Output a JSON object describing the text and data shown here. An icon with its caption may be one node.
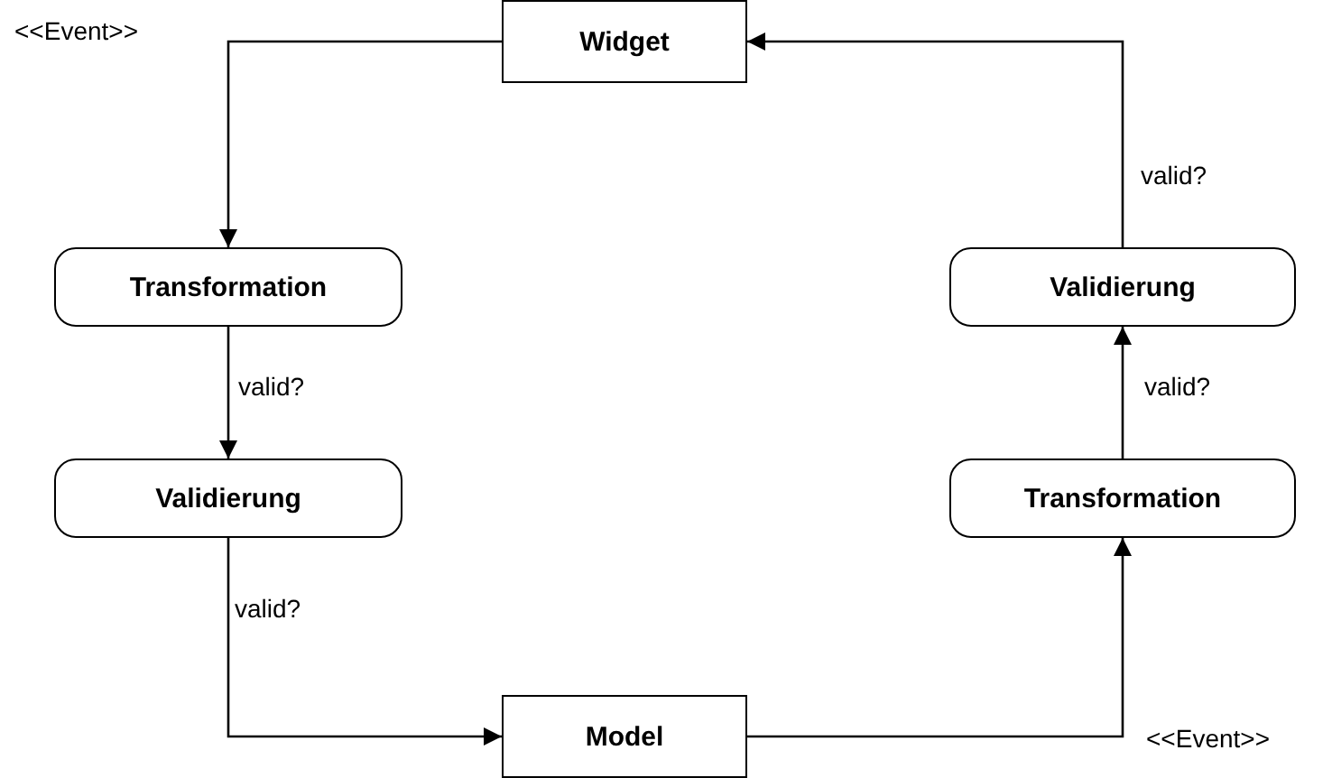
{
  "diagram": {
    "nodes": [
      {
        "text": [
          "Widget"
        ]
      },
      {
        "text": [
          "Transformation"
        ]
      },
      {
        "text": [
          "Validierung"
        ]
      },
      {
        "text": [
          "Validierung"
        ]
      },
      {
        "text": [
          "Transformation"
        ]
      },
      {
        "text": [
          "Model"
        ]
      }
    ],
    "edges": [
      {
        "from": 0,
        "to": 1,
        "arrow": "to",
        "label": "<<Event>>"
      },
      {
        "from": 1,
        "to": 2,
        "arrow": "to",
        "label": "valid?"
      },
      {
        "from": 2,
        "to": 5,
        "arrow": "to",
        "label": "valid?"
      },
      {
        "from": 5,
        "to": 4,
        "arrow": "to",
        "label": "<<Event>>"
      },
      {
        "from": 4,
        "to": 3,
        "arrow": "to",
        "label": "valid?"
      },
      {
        "from": 3,
        "to": 0,
        "arrow": "to",
        "label": "valid?"
      }
    ]
  }
}
